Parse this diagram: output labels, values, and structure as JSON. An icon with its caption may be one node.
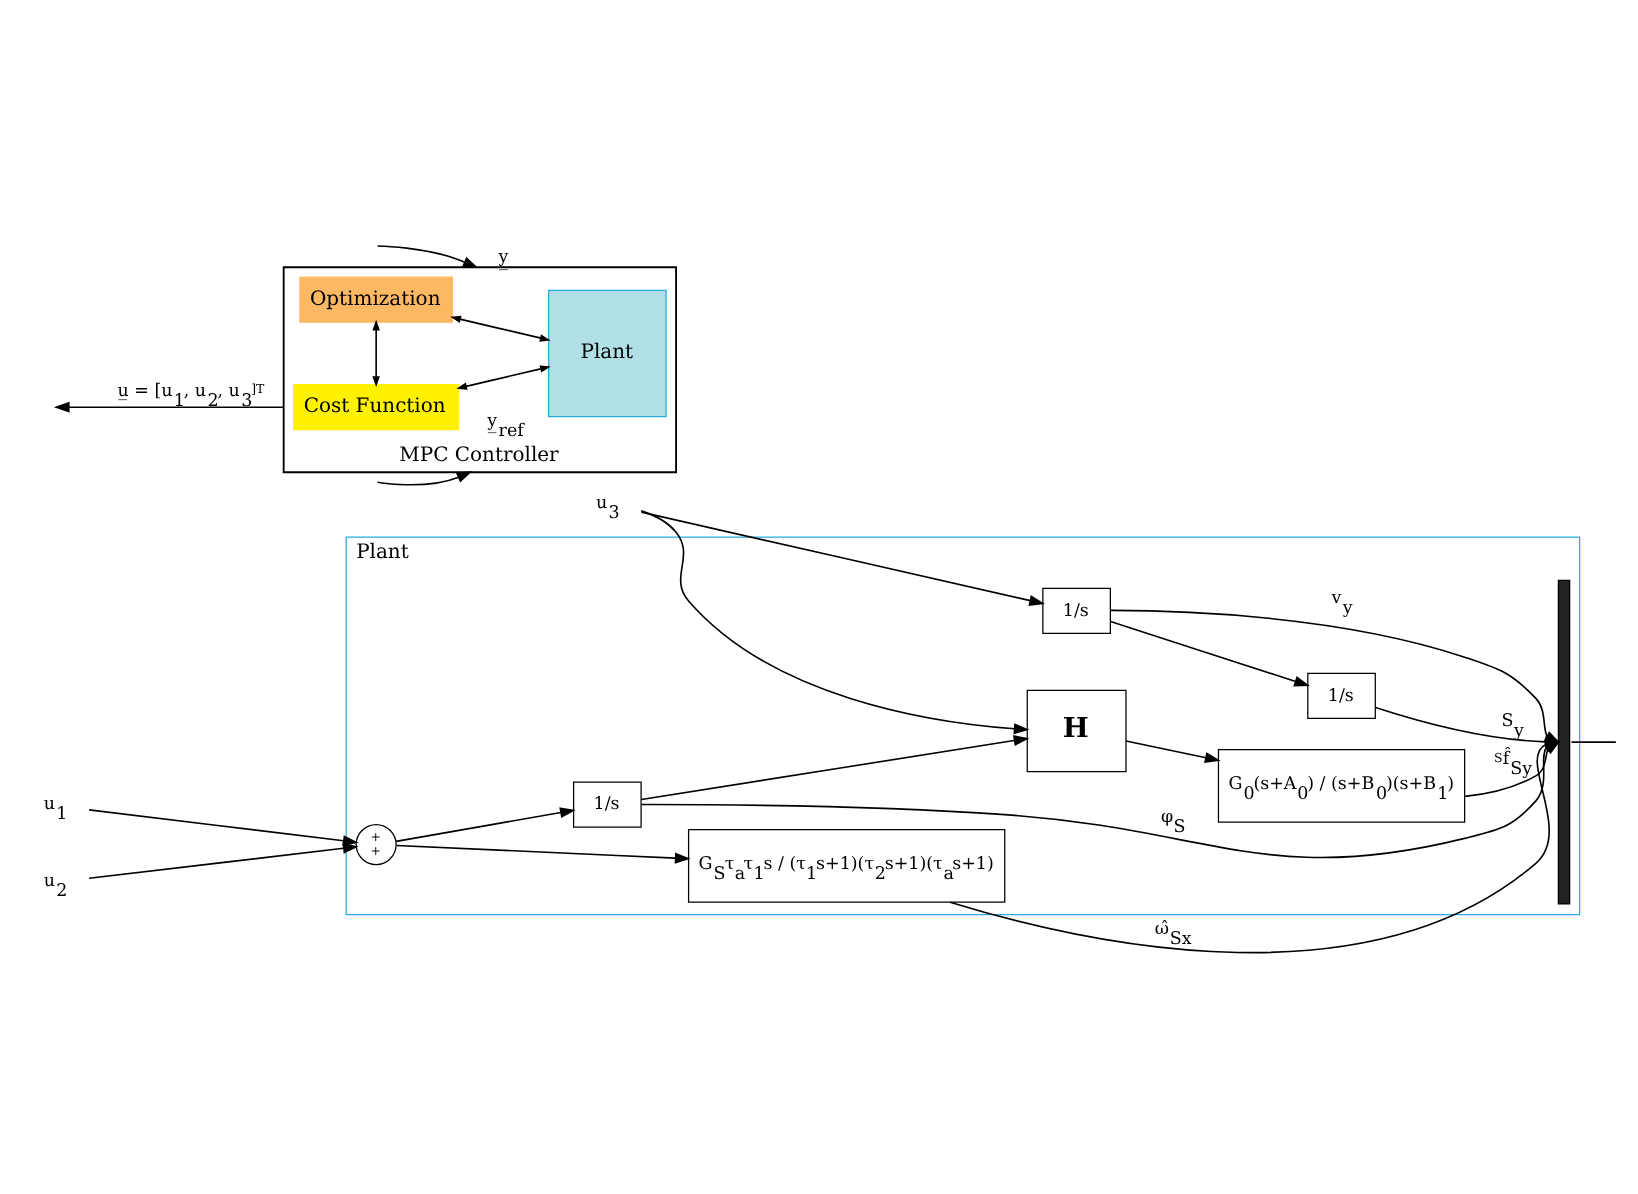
{
  "diagram": {
    "nodes": [
      {
        "text": [
          "Plant"
        ]
      },
      {
        "text": [
          "u$_{1}$"
        ]
      },
      {
        "text": [
          "G$_{S}$τ$_{a}$τ$_{1}$s / (τ$_{1}$s+1)(τ$_{2}$s+1)(τ$_{a}$s+1)"
        ],
        "in": 0
      },
      {
        "text": [
          "u$_{2}$"
        ]
      },
      {
        "text": [
          "+",
          "+"
        ],
        "in": 0
      },
      {
        "text": [
          "1/s"
        ],
        "in": 0
      },
      {
        "text": [
          "H"
        ],
        "in": 0
      },
      {
        "text": [
          "G$_{0}$(s+A$_{0}$) / (s+B$_{0}$)(s+B$_{1}$)"
        ],
        "in": 0
      },
      {
        "text": [
          "u$_{3}$"
        ]
      },
      {
        "text": [
          "1/s"
        ],
        "in": 0
      },
      {
        "text": [
          "1/s"
        ],
        "in": 0
      },
      {
        "text": [],
        "shape": "bar",
        "in": 0
      },
      {
        "text": [
          "MPC Controller"
        ]
      },
      {
        "text": [
          "Cost Function"
        ],
        "in": 12
      },
      {
        "text": [
          "Plant"
        ],
        "in": 12
      },
      {
        "text": [
          "Optimization"
        ],
        "in": 12
      }
    ],
    "edges": [
      {
        "from": 1,
        "to": 4,
        "arrow": "to"
      },
      {
        "from": 3,
        "to": 4,
        "arrow": "to"
      },
      {
        "from": 4,
        "to": 2,
        "arrow": "to"
      },
      {
        "from": 4,
        "to": 5,
        "arrow": "to"
      },
      {
        "from": 5,
        "to": 6,
        "arrow": "to"
      },
      {
        "from": 5,
        "to": 11,
        "arrow": "to",
        "label": "φ$_{S}$"
      },
      {
        "from": 2,
        "to": 11,
        "arrow": "to",
        "label": "ω̂$_{Sx}$"
      },
      {
        "from": 6,
        "to": 7,
        "arrow": "to"
      },
      {
        "from": 7,
        "to": 11,
        "arrow": "to",
        "label": "$^{S}$f̂$_{Sy}$"
      },
      {
        "from": 8,
        "to": 6,
        "arrow": "to"
      },
      {
        "from": 8,
        "to": 9,
        "arrow": "to"
      },
      {
        "from": 9,
        "to": 10,
        "arrow": "to"
      },
      {
        "from": 9,
        "to": 11,
        "arrow": "to",
        "label": "v$_{y}$"
      },
      {
        "from": 10,
        "to": 11,
        "arrow": "to",
        "label": "S$_{y}$"
      },
      {
        "from": 11,
        "to": null,
        "arrow": "none"
      },
      {
        "from": 13,
        "to": 14,
        "arrow": "both"
      },
      {
        "from": 13,
        "to": 15,
        "arrow": "both"
      },
      {
        "from": 15,
        "to": 14,
        "arrow": "both"
      },
      {
        "from": 12,
        "to": null,
        "arrow": "to",
        "label": "u̲ = [u$_{1}$, u$_{2}$, u$_{3}$]$^{T}$"
      },
      {
        "from": null,
        "to": 12,
        "arrow": "to",
        "label": "y̲"
      },
      {
        "from": null,
        "to": 12,
        "arrow": "to",
        "label": "y̲$_{ref}$"
      }
    ]
  }
}
